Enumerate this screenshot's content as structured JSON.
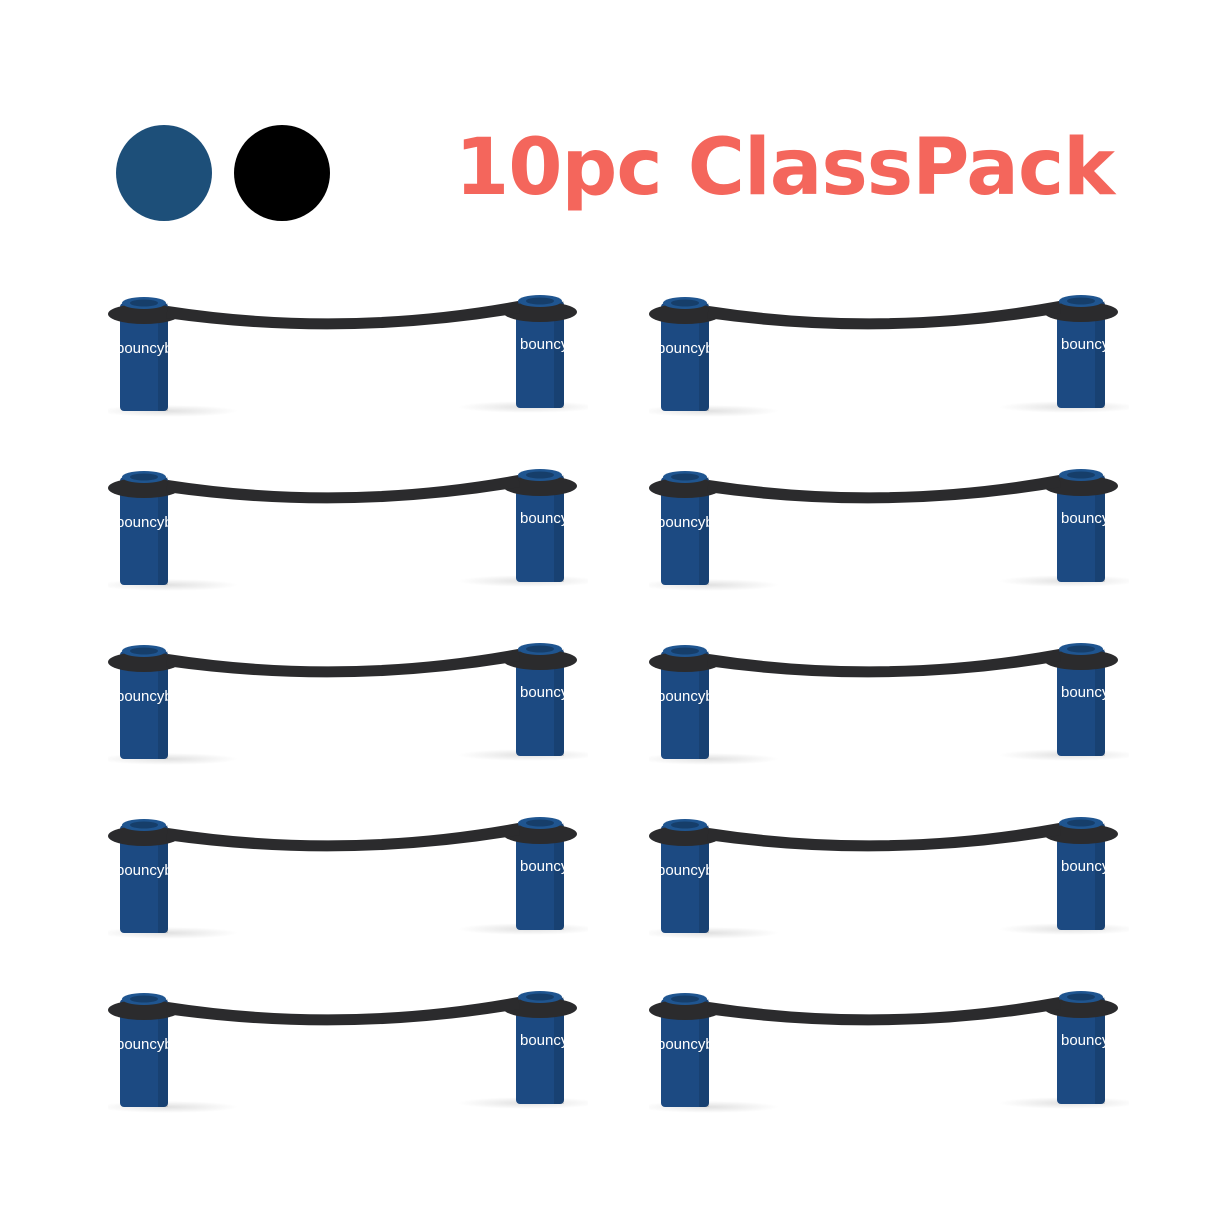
{
  "title": "10pc ClassPack",
  "title_color": "#f4665c",
  "color_options": [
    {
      "name": "blue",
      "hex": "#1d4f79"
    },
    {
      "name": "black",
      "hex": "#000000"
    }
  ],
  "product": {
    "brand_text": "bouncyband",
    "post_color": "#1c4a82",
    "strap_color": "#2b2b2d",
    "count": 10
  }
}
